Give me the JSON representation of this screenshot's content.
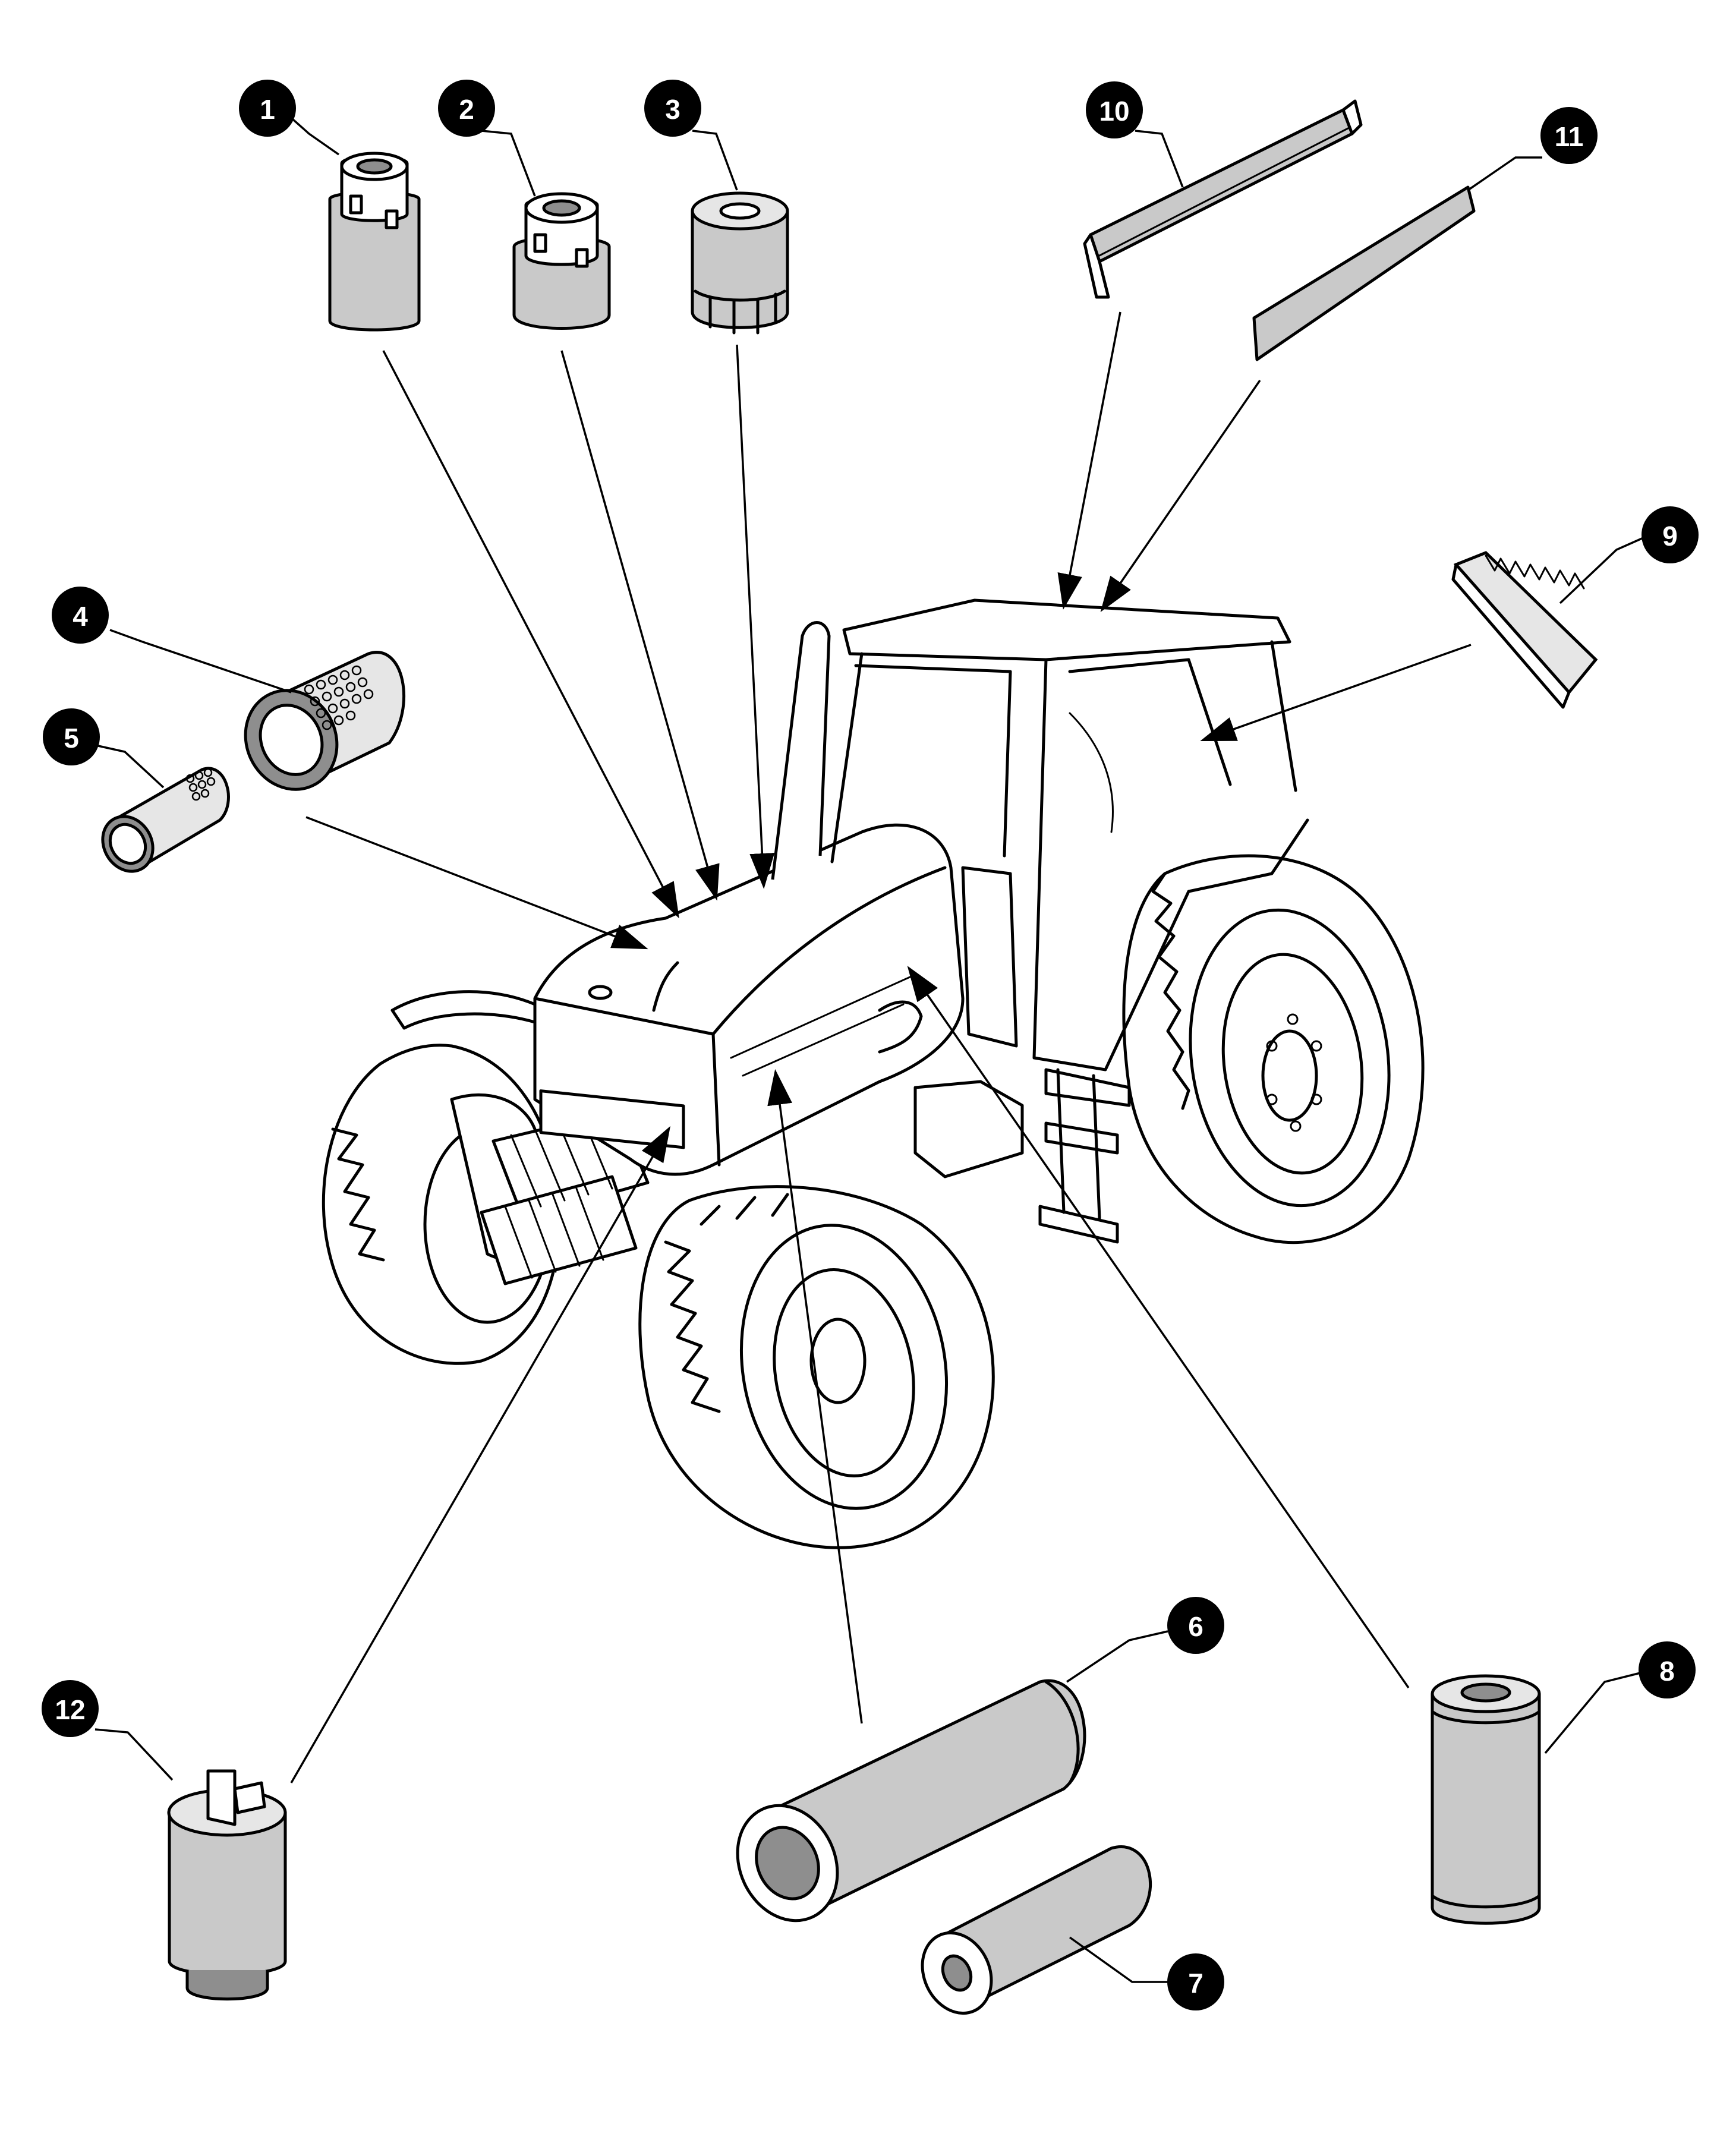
{
  "callouts": [
    {
      "number": "1"
    },
    {
      "number": "2"
    },
    {
      "number": "3"
    },
    {
      "number": "4"
    },
    {
      "number": "5"
    },
    {
      "number": "6"
    },
    {
      "number": "7"
    },
    {
      "number": "8"
    },
    {
      "number": "9"
    },
    {
      "number": "10"
    },
    {
      "number": "11"
    },
    {
      "number": "12"
    }
  ],
  "colors": {
    "line": "#000000",
    "filter_fill": "#c9c9c9",
    "background": "#ffffff"
  }
}
